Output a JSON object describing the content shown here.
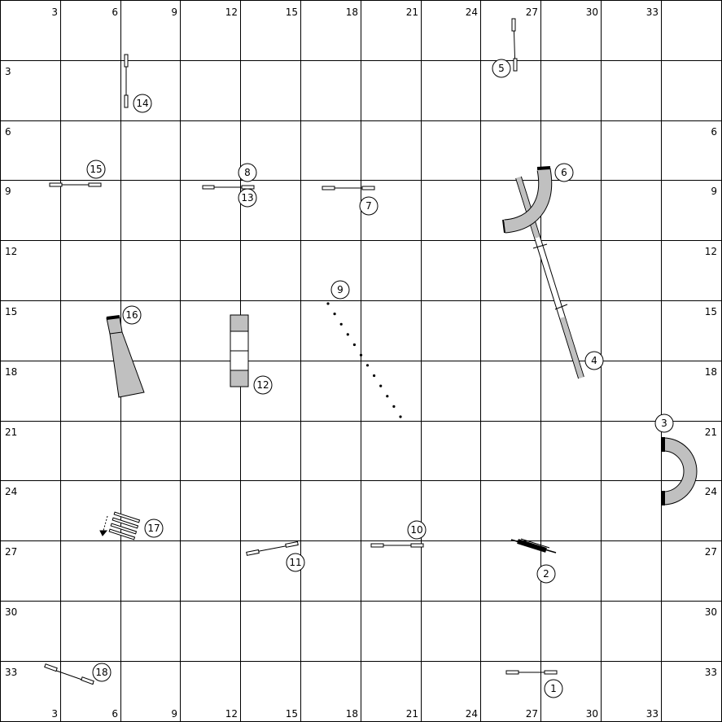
{
  "grid": {
    "top_labels": [
      "3",
      "6",
      "9",
      "12",
      "15",
      "18",
      "21",
      "24",
      "27",
      "30",
      "33"
    ],
    "bottom_labels": [
      "3",
      "6",
      "9",
      "12",
      "15",
      "18",
      "21",
      "24",
      "27",
      "30",
      "33"
    ],
    "left_labels": [
      "3",
      "6",
      "9",
      "12",
      "15",
      "18",
      "21",
      "24",
      "27",
      "30",
      "33"
    ],
    "right_labels": [
      "6",
      "9",
      "12",
      "15",
      "18",
      "21",
      "24",
      "27",
      "30",
      "33"
    ]
  },
  "obstacles": [
    {
      "number": "1",
      "kind": "jump"
    },
    {
      "number": "2",
      "kind": "tire"
    },
    {
      "number": "3",
      "kind": "tunnel"
    },
    {
      "number": "4",
      "kind": "dogwalk"
    },
    {
      "number": "5",
      "kind": "jump"
    },
    {
      "number": "6",
      "kind": "tunnel"
    },
    {
      "number": "7",
      "kind": "jump"
    },
    {
      "number": "8",
      "kind": "jump"
    },
    {
      "number": "9",
      "kind": "weave-poles"
    },
    {
      "number": "10",
      "kind": "jump"
    },
    {
      "number": "11",
      "kind": "jump"
    },
    {
      "number": "12",
      "kind": "table"
    },
    {
      "number": "13",
      "kind": "jump"
    },
    {
      "number": "14",
      "kind": "jump"
    },
    {
      "number": "15",
      "kind": "jump"
    },
    {
      "number": "16",
      "kind": "chute"
    },
    {
      "number": "17",
      "kind": "broad-jump"
    },
    {
      "number": "18",
      "kind": "jump"
    }
  ],
  "colors": {
    "line": "#000000",
    "fill_gray": "#c0c0c0",
    "background": "#ffffff"
  }
}
